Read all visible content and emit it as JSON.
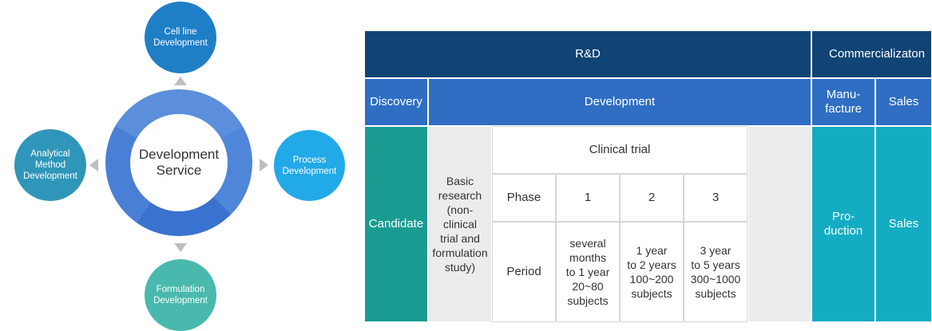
{
  "diagram": {
    "center_line1": "Development",
    "center_line2": "Service",
    "top_line1": "Cell line",
    "top_line2": "Development",
    "right_line1": "Process",
    "right_line2": "Development",
    "bottom_line1": "Formulation",
    "bottom_line2": "Development",
    "left_line1": "Analytical",
    "left_line2": "Method",
    "left_line3": "Development",
    "colors": {
      "ring": "#4a7fd6",
      "top": "#1f7fc6",
      "right": "#22a9e8",
      "bottom": "#49b9ad",
      "left": "#2f96b9",
      "arrow": "#bfbfbf"
    }
  },
  "table": {
    "rd": "R&D",
    "commercialization": "Commercializaton",
    "discovery": "Discovery",
    "development": "Development",
    "manufacture_line1": "Manu-",
    "manufacture_line2": "facture",
    "sales_header": "Sales",
    "candidate": "Candidate",
    "basic_research": [
      "Basic",
      "research",
      "(non-",
      "clinical",
      "trial and",
      "formulation",
      "study)"
    ],
    "clinical_trial": "Clinical trial",
    "phase_label": "Phase",
    "period_label": "Period",
    "phases": [
      "1",
      "2",
      "3"
    ],
    "period_1": [
      "several",
      "months",
      "to 1 year",
      "20~80",
      "subjects"
    ],
    "period_2": [
      "1 year",
      "to 2 years",
      "100~200",
      "subjects"
    ],
    "period_3": [
      "3 year",
      "to 5 years",
      "300~1000",
      "subjects"
    ],
    "production_line1": "Pro-",
    "production_line2": "duction",
    "sales_body": "Sales",
    "colors": {
      "header_dark": "#0f4474",
      "header_mid": "#2f6ec3",
      "candidate": "#1a9c93",
      "commercial": "#14acc2",
      "grey": "#ececec"
    }
  }
}
